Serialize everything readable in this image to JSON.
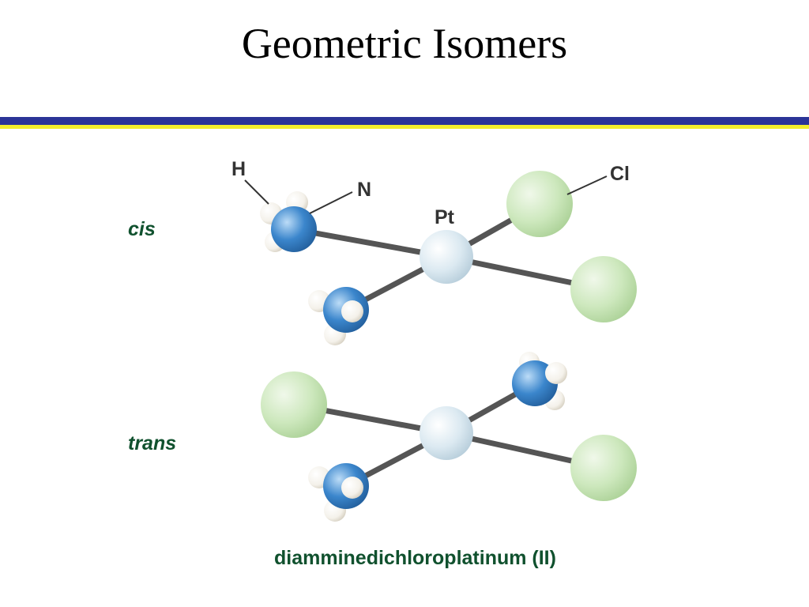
{
  "title": "Geometric Isomers",
  "colors": {
    "divider_blue": "#2b3497",
    "divider_yellow": "#f2ee2c",
    "label_green": "#10512e",
    "bond": "#555555",
    "pt_atom": "#dbe9f1",
    "cl_atom": "#cde8bd",
    "n_atom": "#3b86cc",
    "h_atom": "#f4f1ea",
    "leader_line": "#333333"
  },
  "isomers": {
    "cis": {
      "label": "cis"
    },
    "trans": {
      "label": "trans"
    }
  },
  "atom_labels": {
    "hydrogen": "H",
    "nitrogen": "N",
    "platinum": "Pt",
    "chlorine": "Cl"
  },
  "caption": "diamminedichloroplatinum (II)"
}
